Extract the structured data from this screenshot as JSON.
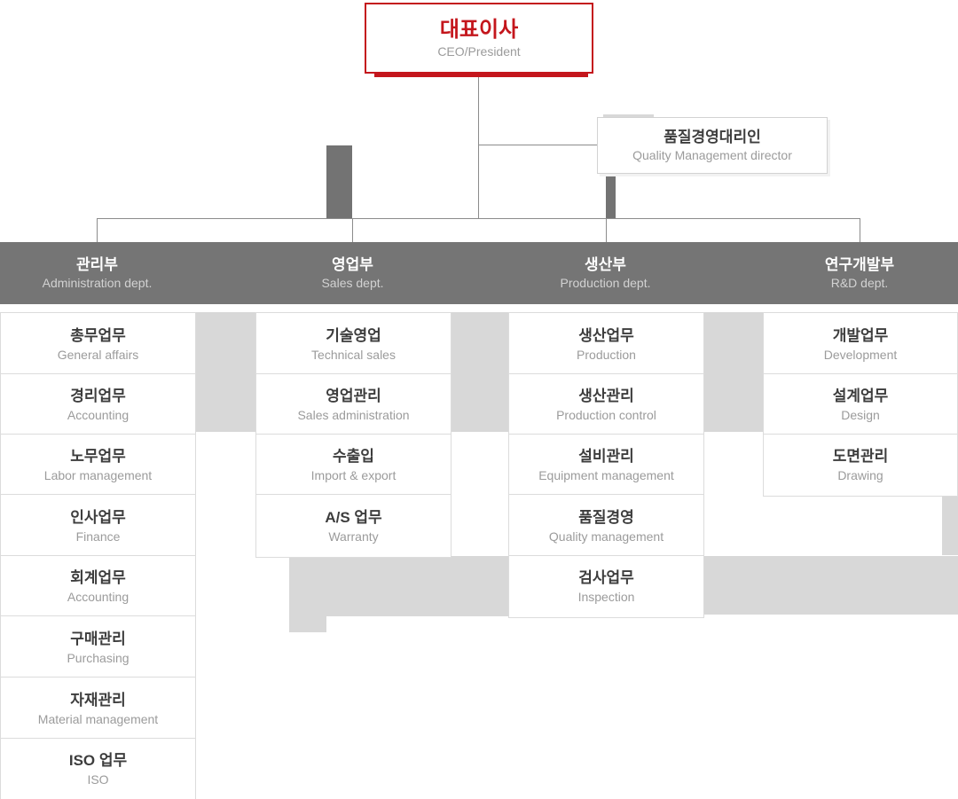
{
  "org_chart": {
    "ceo": {
      "title": "대표이사",
      "subtitle": "CEO/President"
    },
    "quality_manager": {
      "title": "품질경영대리인",
      "subtitle": "Quality Management director"
    },
    "departments": [
      {
        "title": "관리부",
        "subtitle": "Administration dept.",
        "items": [
          {
            "title": "총무업무",
            "subtitle": "General affairs"
          },
          {
            "title": "경리업무",
            "subtitle": "Accounting"
          },
          {
            "title": "노무업무",
            "subtitle": "Labor management"
          },
          {
            "title": "인사업무",
            "subtitle": "Finance"
          },
          {
            "title": "회계업무",
            "subtitle": "Accounting"
          },
          {
            "title": "구매관리",
            "subtitle": "Purchasing"
          },
          {
            "title": "자재관리",
            "subtitle": "Material management"
          },
          {
            "title": "ISO 업무",
            "subtitle": "ISO"
          }
        ]
      },
      {
        "title": "영업부",
        "subtitle": "Sales dept.",
        "items": [
          {
            "title": "기술영업",
            "subtitle": "Technical sales"
          },
          {
            "title": "영업관리",
            "subtitle": "Sales administration"
          },
          {
            "title": "수출입",
            "subtitle": "Import & export"
          },
          {
            "title": "A/S 업무",
            "subtitle": "Warranty"
          }
        ]
      },
      {
        "title": "생산부",
        "subtitle": "Production dept.",
        "items": [
          {
            "title": "생산업무",
            "subtitle": "Production"
          },
          {
            "title": "생산관리",
            "subtitle": "Production control"
          },
          {
            "title": "설비관리",
            "subtitle": "Equipment management"
          },
          {
            "title": "품질경영",
            "subtitle": "Quality management"
          },
          {
            "title": "검사업무",
            "subtitle": "Inspection"
          }
        ]
      },
      {
        "title": "연구개발부",
        "subtitle": "R&D dept.",
        "items": [
          {
            "title": "개발업무",
            "subtitle": "Development"
          },
          {
            "title": "설계업무",
            "subtitle": "Design"
          },
          {
            "title": "도면관리",
            "subtitle": "Drawing"
          }
        ]
      }
    ],
    "colors": {
      "accent_red": "#c4161c",
      "band_gray": "#757575",
      "strip_gray": "#d8d8d8",
      "line_gray": "#8c8c8c",
      "dark_bar_gray": "#737373",
      "title_dark": "#3d3d3d",
      "subtitle_gray": "#9b9b9b",
      "band_subtitle_gray": "#d2d2d2",
      "border_gray": "#dcdcdc"
    }
  }
}
